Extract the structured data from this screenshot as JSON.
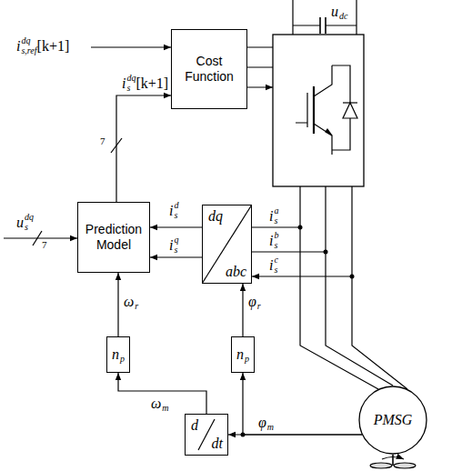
{
  "diagram": {
    "nodes": [
      {
        "text": [
          "Cost Function"
        ]
      },
      {
        "text": [
          "Prediction Model"
        ]
      },
      {
        "text": [
          "dq",
          "abc"
        ]
      },
      {
        "text": [
          "n",
          "p"
        ]
      },
      {
        "text": [
          "n",
          "p"
        ]
      },
      {
        "text": [
          "d",
          "dt"
        ]
      },
      {
        "text": [
          "PMSG"
        ]
      }
    ],
    "edges": [
      {
        "from": 1,
        "to": 0,
        "arrow": "to"
      },
      {
        "from": 2,
        "to": 1,
        "arrow": "to"
      },
      {
        "from": 2,
        "to": 1,
        "arrow": "to"
      },
      {
        "from": 3,
        "to": 1,
        "arrow": "to"
      },
      {
        "from": 4,
        "to": 2,
        "arrow": "to"
      },
      {
        "from": 5,
        "to": 3,
        "arrow": "to"
      },
      {
        "from": 6,
        "to": 5,
        "arrow": "to"
      },
      {
        "from": 6,
        "to": 4,
        "arrow": "to"
      }
    ],
    "labels": [
      "i",
      "dq",
      "s,ref",
      "[k+1]",
      "u",
      "dc",
      "i",
      "dq",
      "s",
      "[k+1]",
      "7",
      "u",
      "dq",
      "s",
      "7",
      "i",
      "d",
      "s",
      "i",
      "q",
      "s",
      "i",
      "a",
      "s",
      "i",
      "b",
      "s",
      "i",
      "c",
      "s",
      "ω",
      "r",
      "φ",
      "r",
      "ω",
      "m",
      "φ",
      "m"
    ]
  }
}
